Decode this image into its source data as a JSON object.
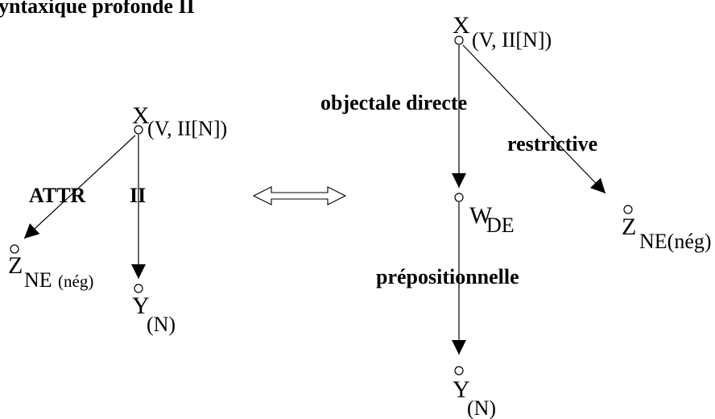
{
  "heading_fragment": "yntaxique  profonde  II",
  "left_tree": {
    "root": {
      "letter": "X",
      "subscript": "(V,  II[N])"
    },
    "attr_label": "ATTR",
    "ii_label": "II",
    "z": {
      "letter": "Z",
      "subscript": "NE",
      "subscript_small": "(nég)"
    },
    "y": {
      "letter": "Y",
      "subscript": "(N)"
    }
  },
  "equivalence_symbol": "⟺",
  "right_tree": {
    "root": {
      "letter": "X",
      "subscript": "(V,  II[N])"
    },
    "objectale_label": "objectale directe",
    "restrictive_label": "restrictive",
    "w": {
      "letter": "W",
      "subscript": "DE"
    },
    "prepositionnelle_label": "prépositionnelle",
    "z": {
      "letter": "Z",
      "subscript": "NE(nég)"
    },
    "y": {
      "letter": "Y",
      "subscript": "(N)"
    }
  }
}
